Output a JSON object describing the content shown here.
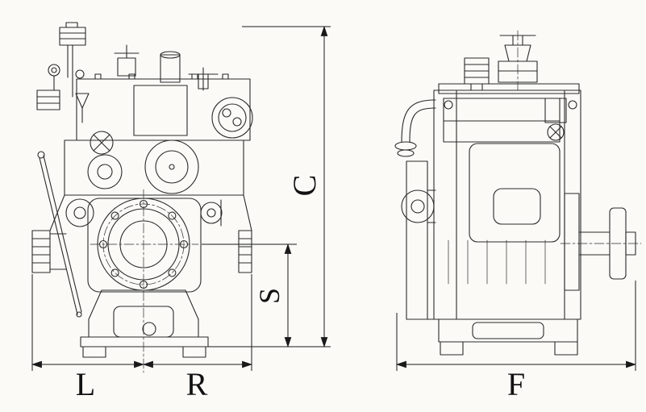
{
  "drawing": {
    "labels": {
      "overall_height": "C",
      "shaft_center_height": "S",
      "left_of_center": "L",
      "right_of_center": "R",
      "overall_width_side": "F"
    },
    "colors": {
      "line": "#2a2a2a",
      "dimension": "#1a1a1a",
      "paper": "#fbfaf7"
    }
  }
}
